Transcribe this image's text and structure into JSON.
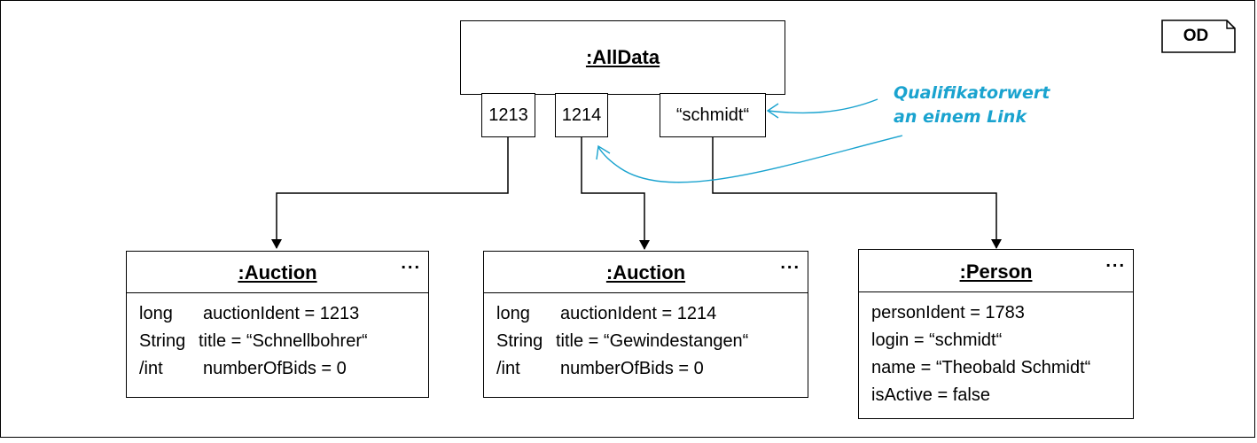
{
  "diagram_tag": "OD",
  "alldata": {
    "title": ":AllData"
  },
  "qualifiers": [
    "1213",
    "1214",
    "“schmidt“"
  ],
  "note": {
    "line1": "Qualifikatorwert",
    "line2": "an einem Link"
  },
  "auction1": {
    "title": ":Auction",
    "more": "...",
    "attrs": [
      {
        "type": "long",
        "text": "auctionIdent = 1213"
      },
      {
        "type": "String",
        "text": "title = “Schnellbohrer“"
      },
      {
        "type": "/int",
        "text": "numberOfBids = 0"
      }
    ]
  },
  "auction2": {
    "title": ":Auction",
    "more": "...",
    "attrs": [
      {
        "type": "long",
        "text": "auctionIdent = 1214"
      },
      {
        "type": "String",
        "text": "title = “Gewindestangen“"
      },
      {
        "type": "/int",
        "text": "numberOfBids = 0"
      }
    ]
  },
  "person": {
    "title": ":Person",
    "more": "...",
    "attrs": [
      "personIdent = 1783",
      "login = “schmidt“",
      "name = “Theobald Schmidt“",
      "isActive = false"
    ]
  },
  "colors": {
    "annotation": "#1aa3cf",
    "line": "#000000"
  }
}
